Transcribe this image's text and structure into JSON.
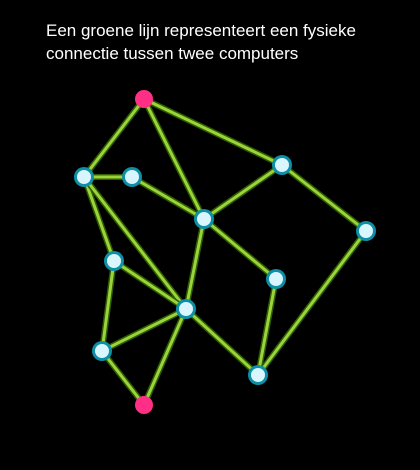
{
  "caption": {
    "line1": "Een groene lijn representeert een fysieke",
    "line2": "connectie tussen twee computers"
  },
  "colors": {
    "background": "#000000",
    "text": "#ffffff",
    "link_outer": "#2f5d00",
    "link_inner": "#9bd43a",
    "computer_fill": "#d9f6ff",
    "computer_ring": "#0e8fa6",
    "endpoint_fill": "#ff2f86"
  },
  "network": {
    "nodes": [
      {
        "id": "top",
        "kind": "endpoint"
      },
      {
        "id": "left-upper",
        "kind": "computer"
      },
      {
        "id": "mid-upper",
        "kind": "computer"
      },
      {
        "id": "right-upper",
        "kind": "computer"
      },
      {
        "id": "center",
        "kind": "computer"
      },
      {
        "id": "far-right",
        "kind": "computer"
      },
      {
        "id": "left-mid",
        "kind": "computer"
      },
      {
        "id": "right-mid",
        "kind": "computer"
      },
      {
        "id": "center-low",
        "kind": "computer"
      },
      {
        "id": "left-low",
        "kind": "computer"
      },
      {
        "id": "right-low",
        "kind": "computer"
      },
      {
        "id": "bottom",
        "kind": "endpoint"
      }
    ],
    "links": [
      [
        "top",
        "left-upper"
      ],
      [
        "top",
        "center"
      ],
      [
        "top",
        "right-upper"
      ],
      [
        "left-upper",
        "mid-upper"
      ],
      [
        "left-upper",
        "left-mid"
      ],
      [
        "left-upper",
        "center-low"
      ],
      [
        "mid-upper",
        "center"
      ],
      [
        "right-upper",
        "center"
      ],
      [
        "right-upper",
        "far-right"
      ],
      [
        "center",
        "right-mid"
      ],
      [
        "center",
        "center-low"
      ],
      [
        "left-mid",
        "center-low"
      ],
      [
        "left-mid",
        "left-low"
      ],
      [
        "center-low",
        "left-low"
      ],
      [
        "center-low",
        "bottom"
      ],
      [
        "center-low",
        "right-low"
      ],
      [
        "right-mid",
        "right-low"
      ],
      [
        "far-right",
        "right-low"
      ],
      [
        "left-low",
        "bottom"
      ]
    ]
  }
}
